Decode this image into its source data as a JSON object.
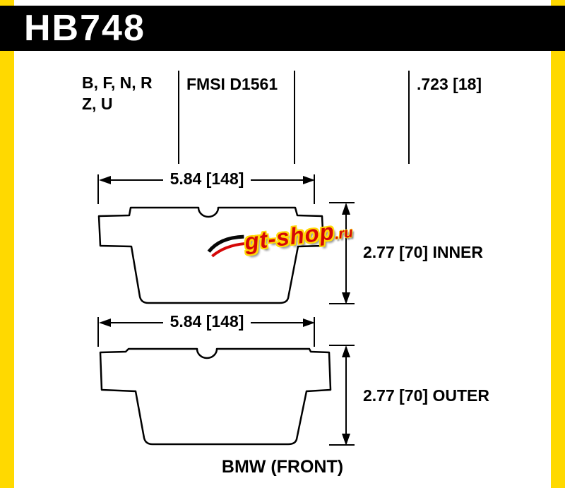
{
  "header": {
    "part_number": "HB748"
  },
  "specs": {
    "compounds_line1": "B, F, N, R",
    "compounds_line2": "Z, U",
    "fmsi": "FMSI D1561",
    "pad_thickness": ".723 [18]"
  },
  "dimensions": {
    "top_width": "5.84 [148]",
    "bottom_width": "5.84 [148]",
    "inner_height": "2.77 [70] INNER",
    "outer_height": "2.77 [70] OUTER"
  },
  "watermark": {
    "brand": "gt-shop",
    "tld": ".ru"
  },
  "footer": {
    "application": "BMW (FRONT)"
  },
  "colors": {
    "stripe_yellow": "#FFD900",
    "header_black": "#000000",
    "watermark_red": "#D40000",
    "watermark_outline_yellow": "#FFD900",
    "line_black": "#000000",
    "background": "#FFFFFF"
  }
}
